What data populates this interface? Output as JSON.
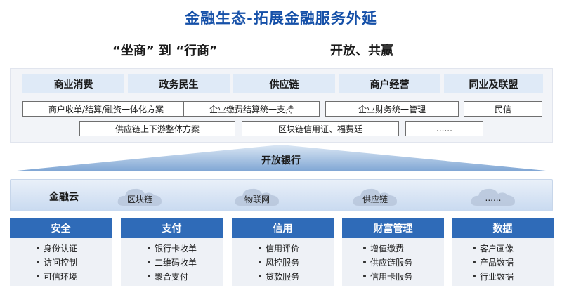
{
  "title": "金融生态-拓展金融服务外延",
  "subtitle_left": "“坐商”  到  “行商”",
  "subtitle_right": "开放、共赢",
  "categories": [
    "商业消费",
    "政务民生",
    "供应链",
    "商户经营",
    "同业及联盟"
  ],
  "items_row1": [
    "商户收单/结算/融资一体化方案",
    "企业缴费结算统一支持",
    "企业财务统一管理",
    "民信"
  ],
  "items_row2": [
    "供应链上下游整体方案",
    "区块链信用证、福费廷",
    "......"
  ],
  "open_bank_label": "开放银行",
  "cloud": {
    "title": "金融云",
    "items": [
      "区块链",
      "物联网",
      "供应链",
      "......"
    ]
  },
  "columns": [
    {
      "title": "安全",
      "items": [
        "身份认证",
        "访问控制",
        "可信环境"
      ]
    },
    {
      "title": "支付",
      "items": [
        "银行卡收单",
        "二维码收单",
        "聚合支付"
      ]
    },
    {
      "title": "信用",
      "items": [
        "信用评价",
        "风控服务",
        "贷款服务"
      ]
    },
    {
      "title": "财富管理",
      "items": [
        "增值缴费",
        "供应链服务",
        "信用卡服务"
      ]
    },
    {
      "title": "数据",
      "items": [
        "客户画像",
        "产品数据",
        "行业数据"
      ]
    }
  ],
  "colors": {
    "title": "#1550a8",
    "column_header": "#2f6bb8",
    "category_bg": "#dfeaf7",
    "triangle_top": "#dbe7f4",
    "triangle_bottom": "#7fa6d4"
  }
}
